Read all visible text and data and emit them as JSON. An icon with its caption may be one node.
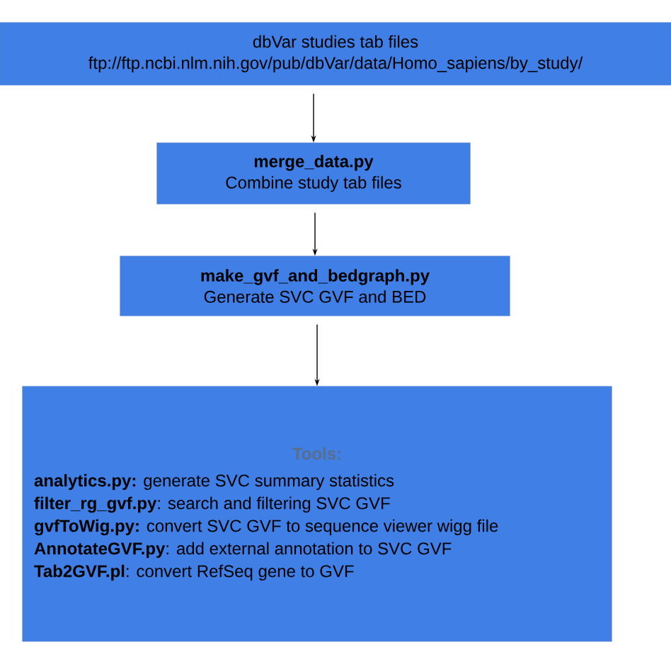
{
  "diagram": {
    "nodes": [
      {
        "text": [
          "dbVar studies tab files",
          "ftp://ftp.ncbi.nlm.nih.gov/pub/dbVar/data/Homo_sapiens/by_study/"
        ]
      },
      {
        "text": [
          "merge_data.py",
          "Combine study tab files"
        ]
      },
      {
        "text": [
          "make_gvf_and_bedgraph.py",
          "Generate SVC GVF and BED"
        ]
      },
      {
        "text": [
          "Tools:",
          "**analytics.py:** generate SVC summary statistics",
          "**filter_rg_gvf.py**: search and filtering SVC GVF",
          "**gvfToWig.py:** convert SVC GVF to sequence viewer wigg file",
          "**AnnotateGVF.py**: add external annotation to SVC GVF",
          "**Tab2GVF.pl**: convert RefSeq gene to GVF"
        ]
      }
    ],
    "edges": [
      {
        "from": 0,
        "to": 1,
        "arrow": "to"
      },
      {
        "from": 1,
        "to": 2,
        "arrow": "to"
      },
      {
        "from": 2,
        "to": 3,
        "arrow": "to"
      }
    ]
  }
}
